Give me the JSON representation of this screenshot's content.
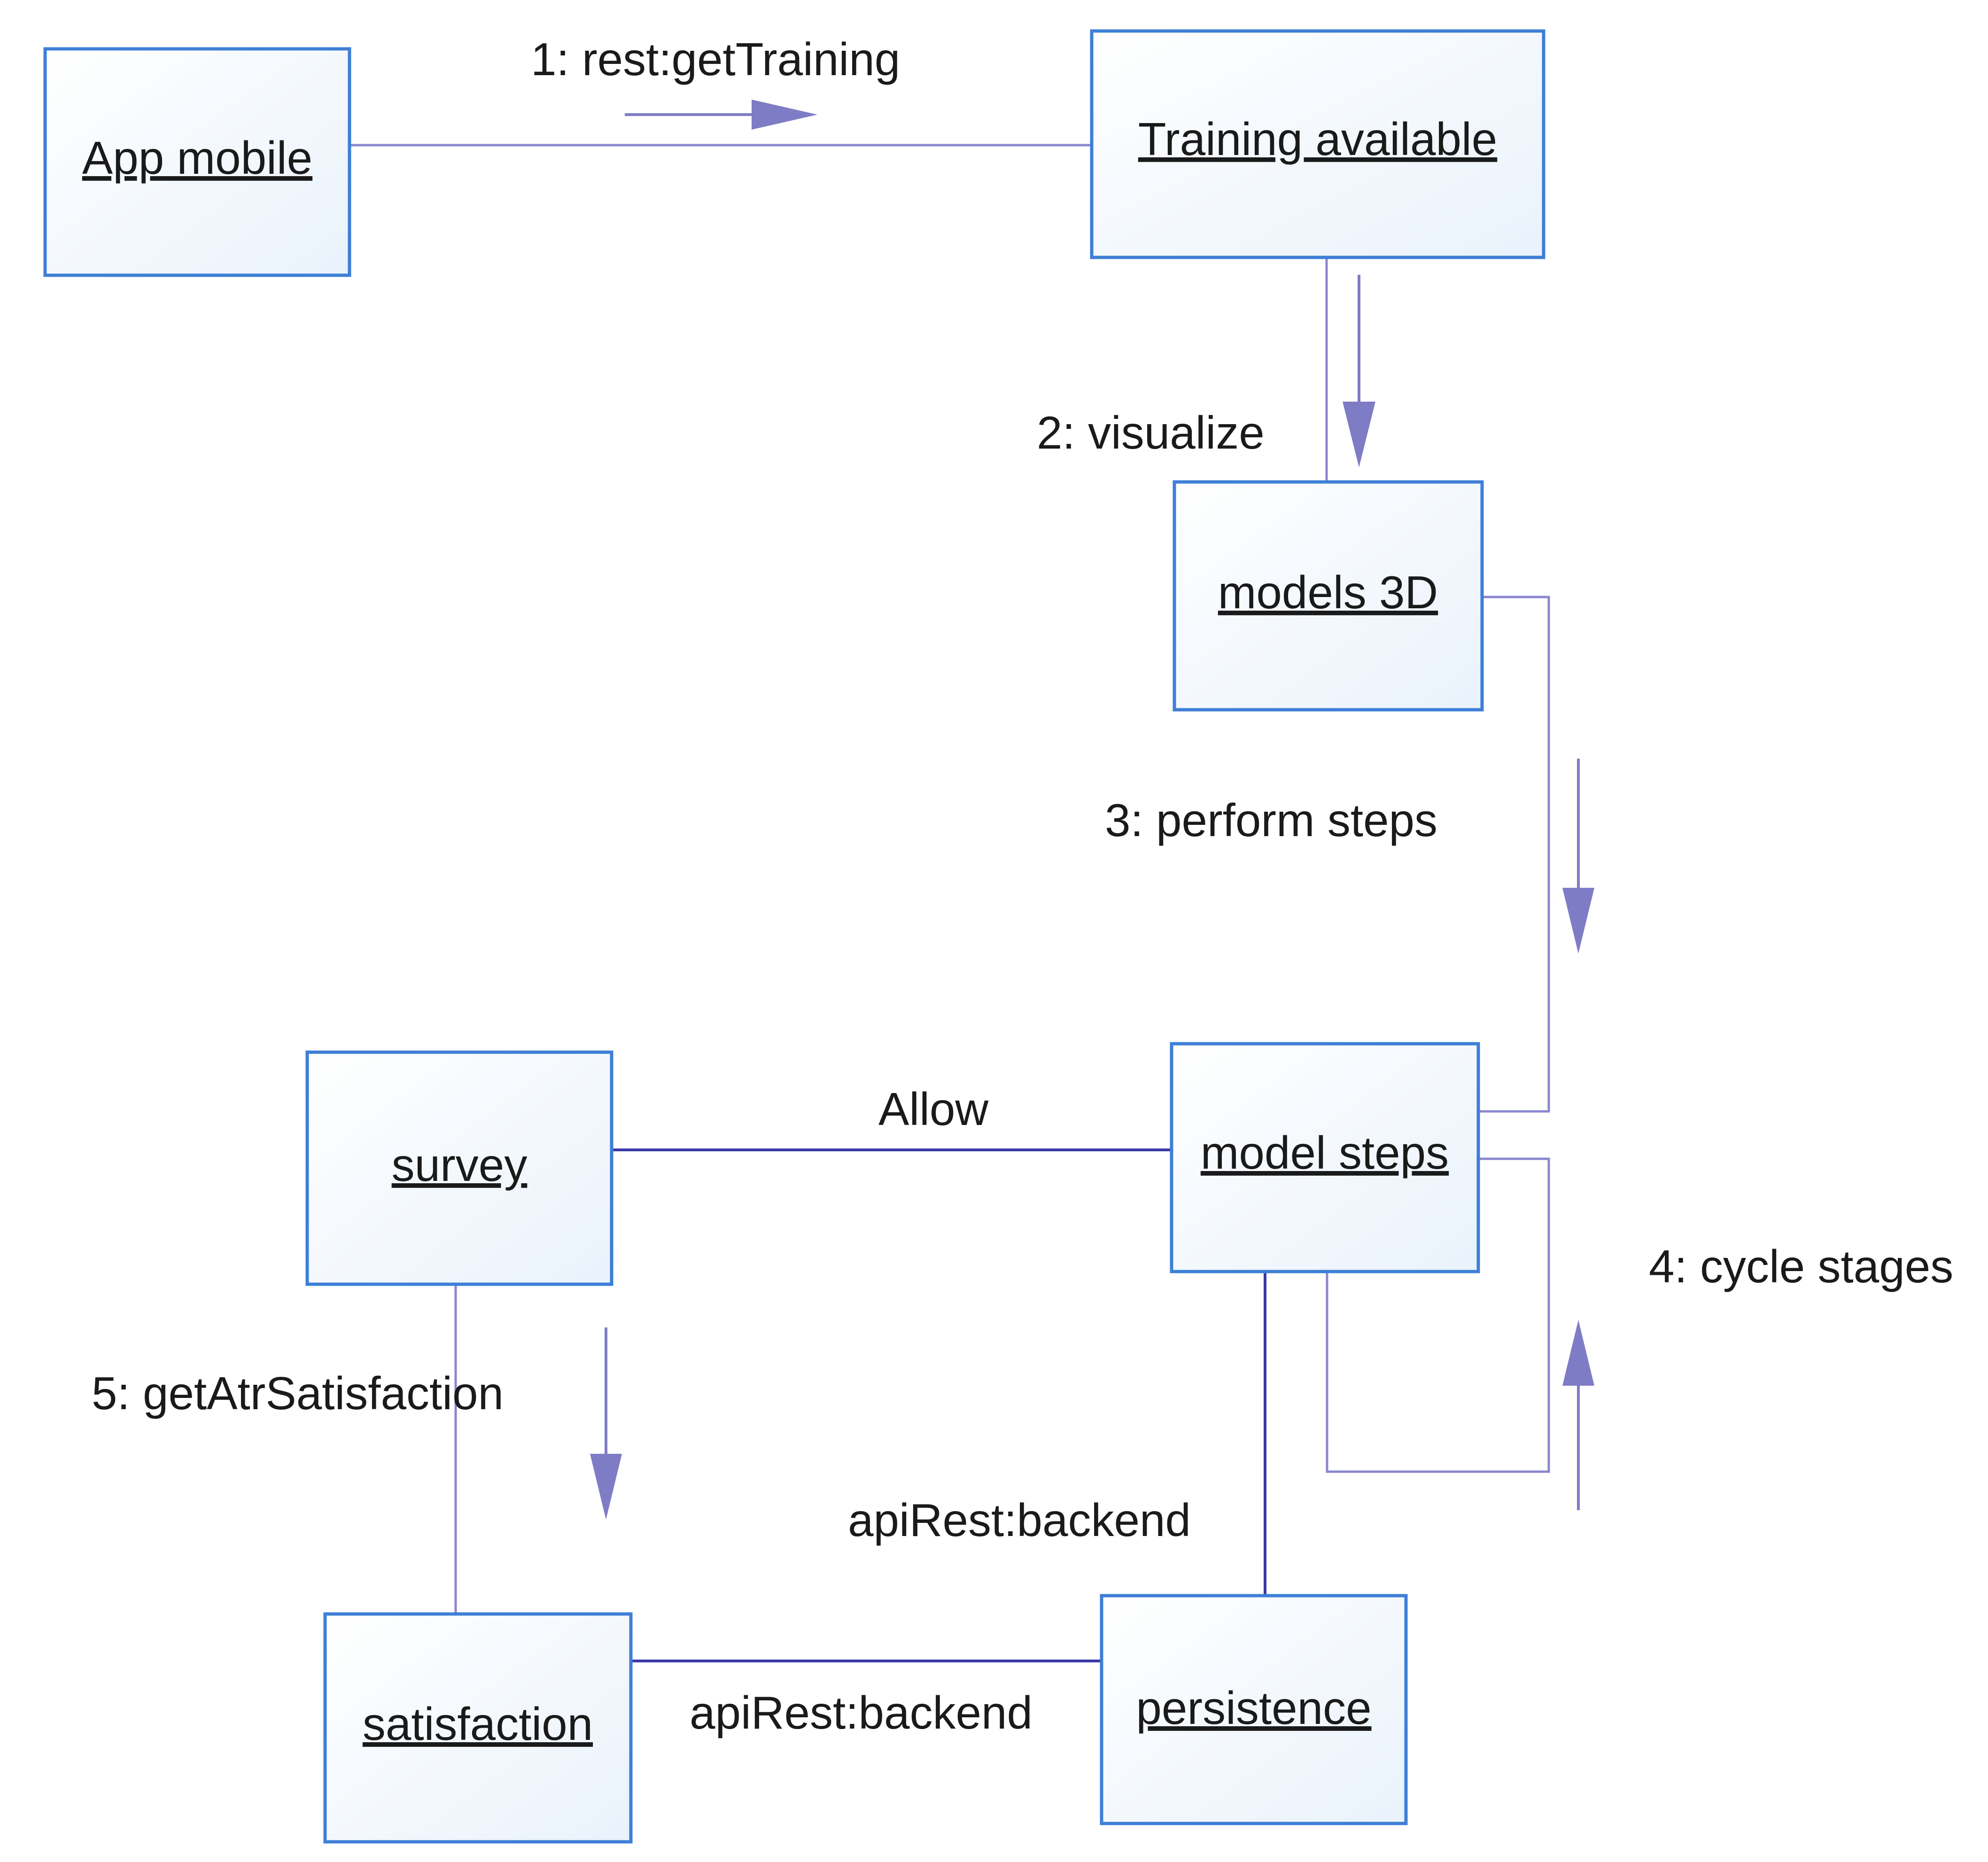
{
  "diagram": {
    "objects": {
      "app_mobile": "App mobile",
      "training_available": "Training available",
      "models_3d": "models 3D",
      "model_steps": "model steps",
      "survey": "survey",
      "satisfaction": "satisfaction",
      "persistence": "persistence"
    },
    "messages": {
      "m1": "1: rest:getTraining",
      "m2": "2: visualize",
      "m3": "3: perform steps",
      "m4": "4: cycle stages",
      "m5": "5: getAtrSatisfaction"
    },
    "associations": {
      "allow": "Allow",
      "steps_persistence": "apiRest:backend",
      "satisfaction_persistence": "apiRest:backend"
    }
  },
  "colors": {
    "box_border": "#3d7fd6",
    "link_light": "#8a86d0",
    "link_dark": "#3b3aa8",
    "arrow": "#7f7cc6"
  }
}
